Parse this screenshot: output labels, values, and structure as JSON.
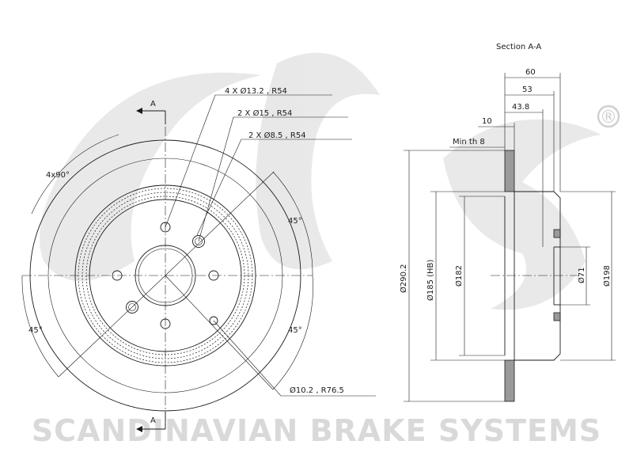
{
  "watermark": {
    "brand_text": "SCANDINAVIAN BRAKE SYSTEMS",
    "registered_mark": "®"
  },
  "section_view": {
    "title": "Section A-A",
    "labels": {
      "depth_60": "60",
      "depth_53": "53",
      "depth_43_8": "43.8",
      "thickness_10": "10",
      "min_thickness": "Min th 8",
      "dia_290_2": "Ø290.2",
      "dia_185": "Ø185 (HB)",
      "dia_182": "Ø182",
      "dia_71": "Ø71",
      "dia_198": "Ø198"
    }
  },
  "front_view": {
    "section_marker_top": "A",
    "section_marker_bottom": "A",
    "callouts": {
      "bolt_holes": "4 X Ø13.2 , R54",
      "holes_15": "2 X Ø15 , R54",
      "holes_8_5": "2 X Ø8.5 , R54",
      "holes_10_2": "Ø10.2 , R76.5"
    },
    "angles": {
      "spacing": "4x90°",
      "upper_right": "45°",
      "lower_left": "45°",
      "lower_right": "45°"
    }
  }
}
